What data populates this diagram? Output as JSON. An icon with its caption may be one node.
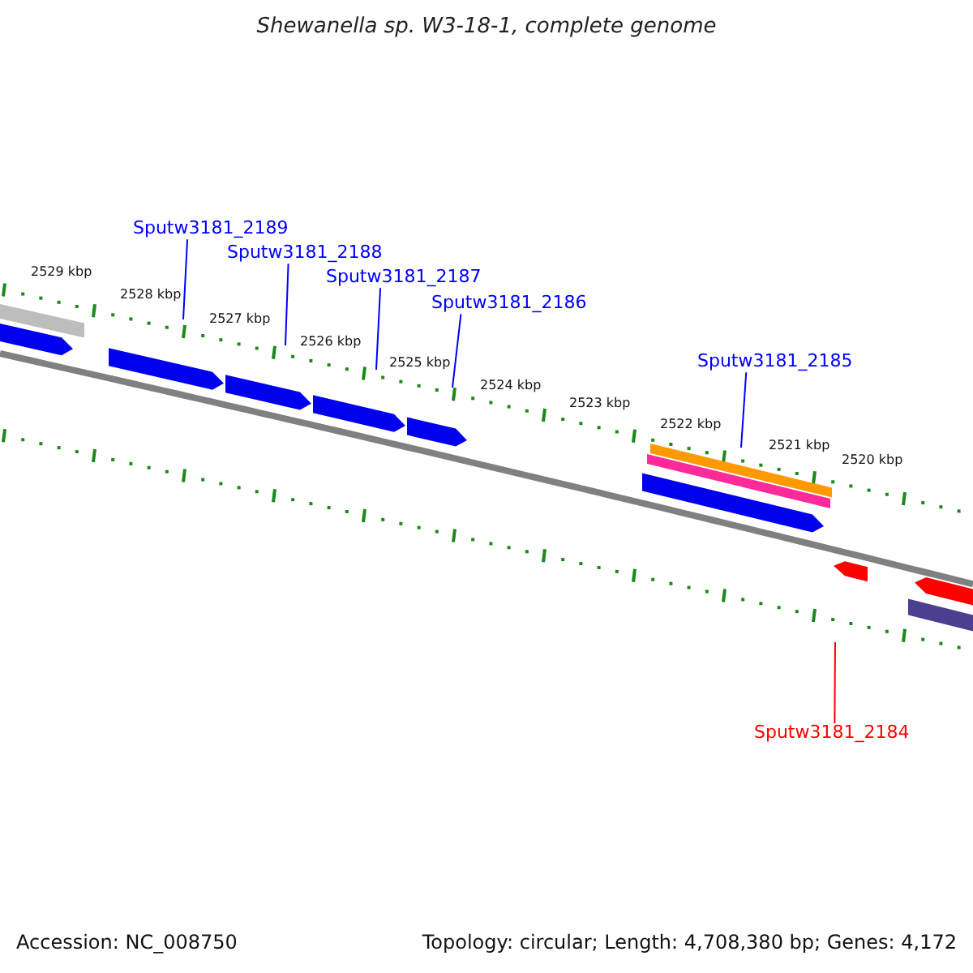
{
  "diagram": {
    "title": "Shewanella sp. W3-18-1, complete genome",
    "nodes": [
      {
        "text": [
          "Sputw3181_2189"
        ]
      },
      {
        "text": [
          "Sputw3181_2188"
        ]
      },
      {
        "text": [
          "Sputw3181_2187"
        ]
      },
      {
        "text": [
          "Sputw3181_2186"
        ]
      },
      {
        "text": [
          "Sputw3181_2185"
        ]
      },
      {
        "text": [
          "Sputw3181_2184"
        ]
      }
    ],
    "edges": [
      {
        "from": 0,
        "to": null,
        "arrow": "none"
      },
      {
        "from": 1,
        "to": null,
        "arrow": "none"
      },
      {
        "from": 2,
        "to": null,
        "arrow": "none"
      },
      {
        "from": 3,
        "to": null,
        "arrow": "none"
      },
      {
        "from": 4,
        "to": null,
        "arrow": "none"
      },
      {
        "from": 5,
        "to": null,
        "arrow": "none",
        "color": "#ff0000"
      }
    ],
    "labels": [
      "2529 kbp",
      "2528 kbp",
      "2527 kbp",
      "2526 kbp",
      "2525 kbp",
      "2524 kbp",
      "2523 kbp",
      "2522 kbp",
      "2521 kbp",
      "2520 kbp",
      "Accession: NC_008750",
      "Topology: circular; Length: 4,708,380 bp; Genes: 4,172"
    ]
  }
}
